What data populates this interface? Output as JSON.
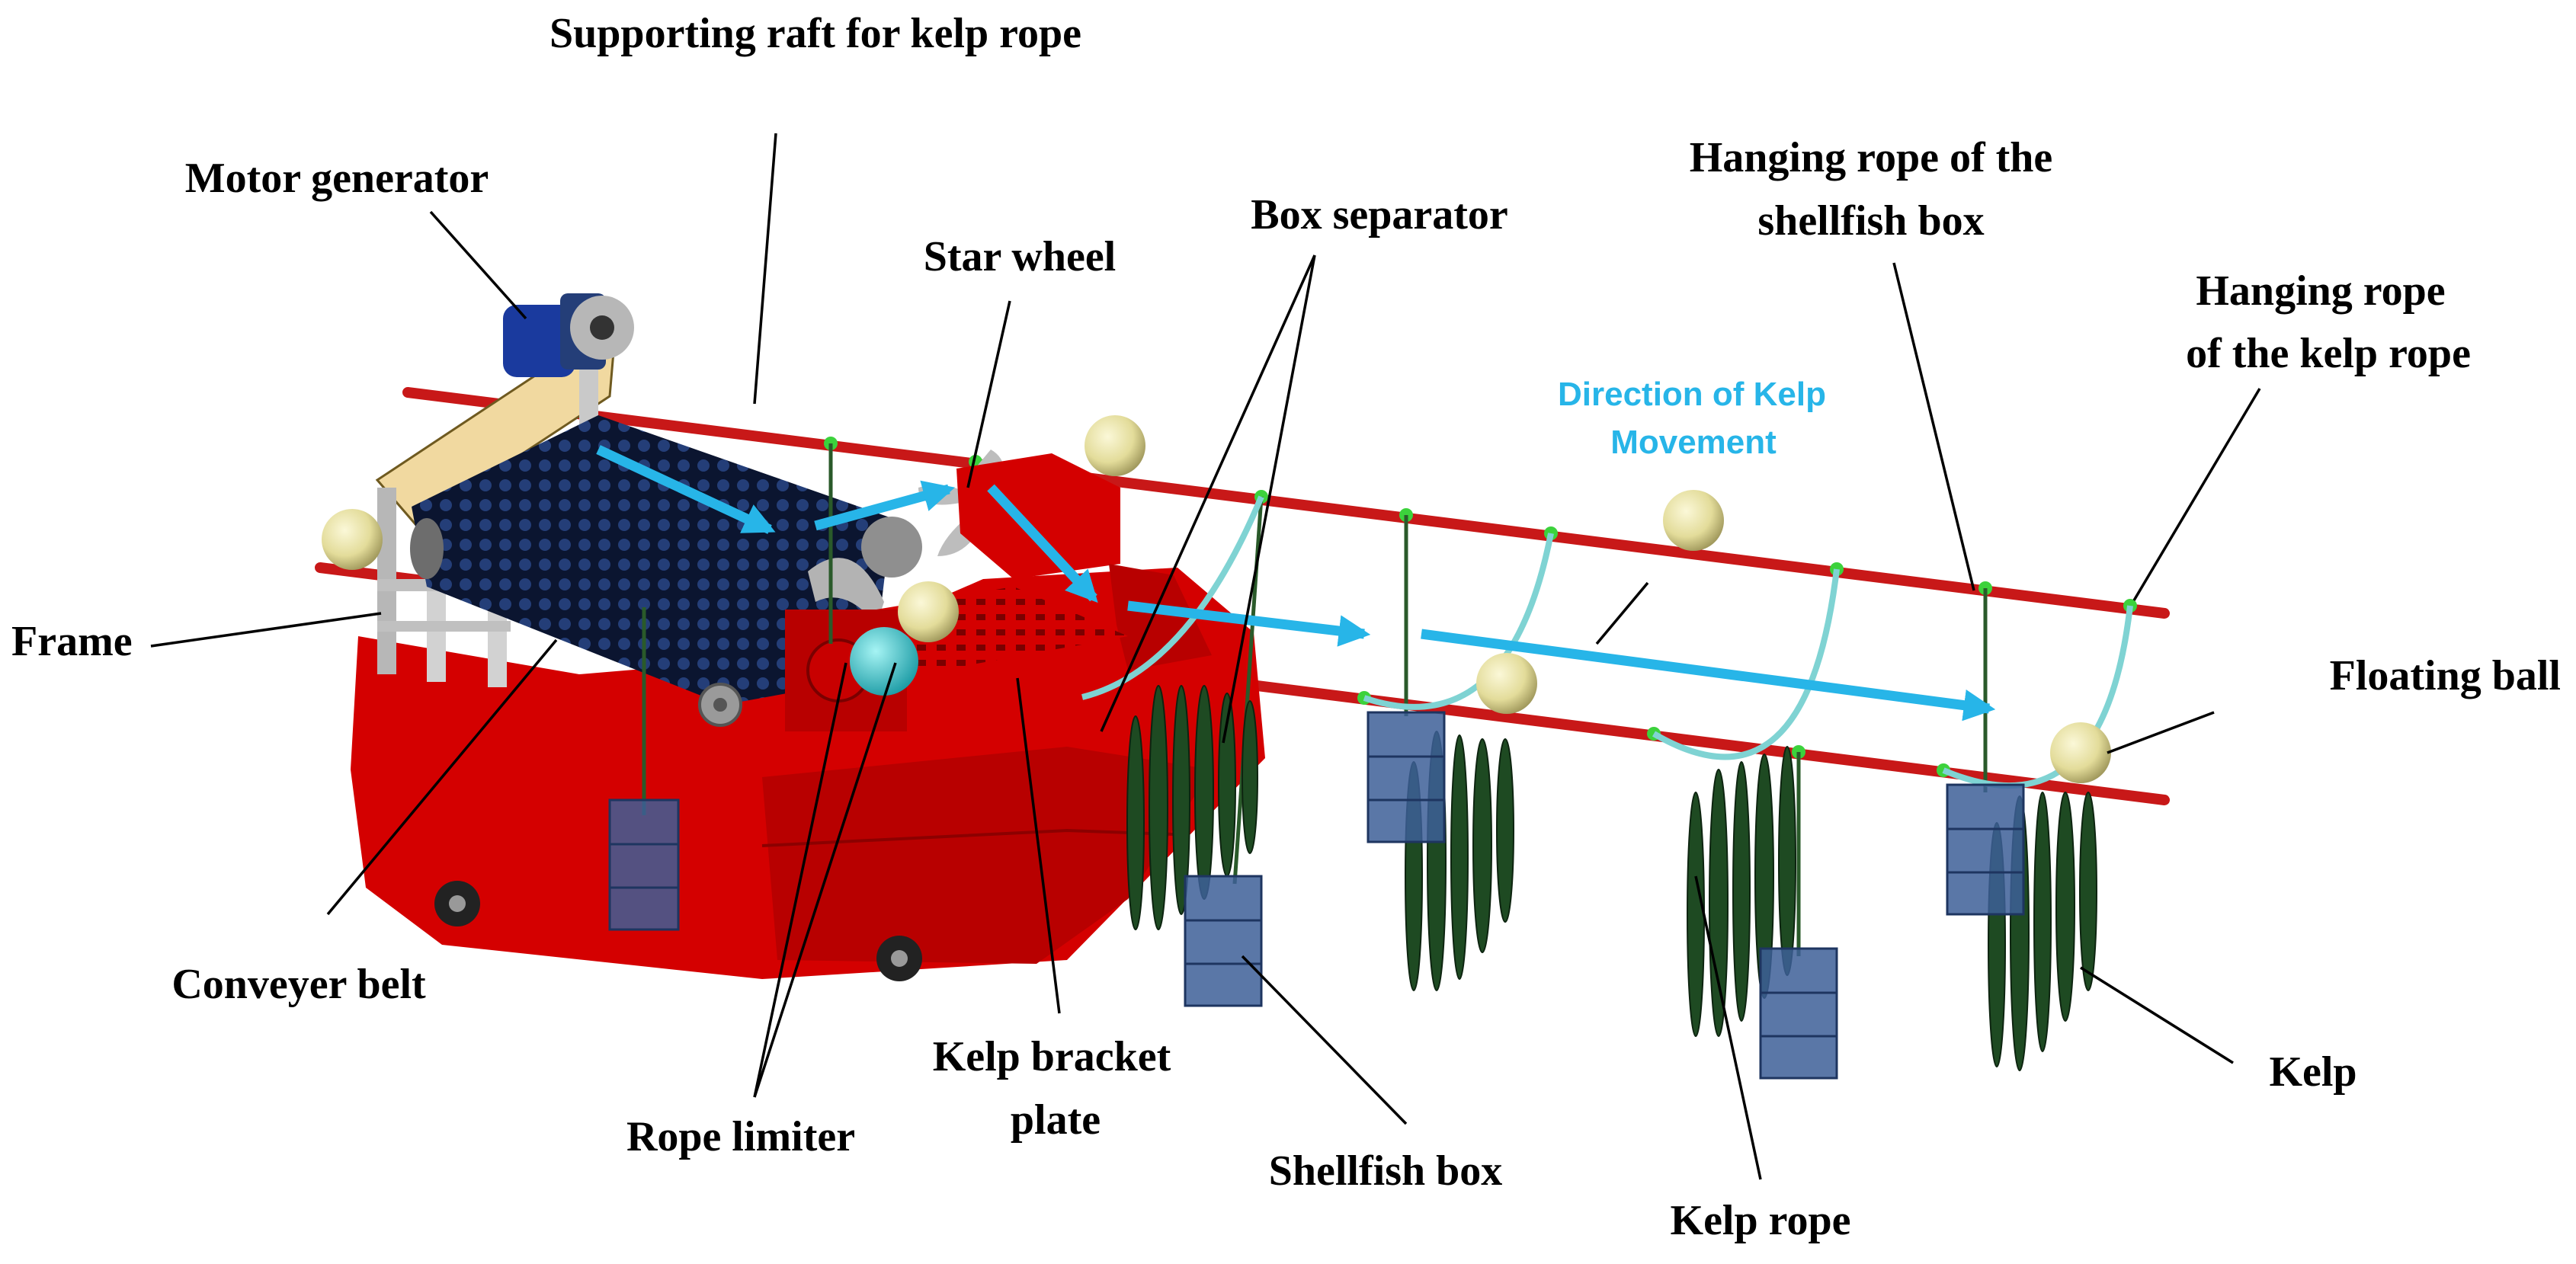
{
  "labels": {
    "supporting_raft": "Supporting raft for kelp rope",
    "motor_generator": "Motor generator",
    "star_wheel": "Star wheel",
    "box_separator": "Box separator",
    "hanging_rope_shellfish_1": "Hanging rope of the",
    "hanging_rope_shellfish_2": "shellfish box",
    "hanging_rope_kelp_1": "Hanging rope",
    "hanging_rope_kelp_2": "of the kelp rope",
    "frame": "Frame",
    "floating_ball": "Floating ball",
    "conveyer_belt": "Conveyer belt",
    "kelp_bracket_1": "Kelp bracket",
    "kelp_bracket_2": "plate",
    "rope_limiter": "Rope limiter",
    "shellfish_box": "Shellfish box",
    "kelp_rope": "Kelp rope",
    "kelp": "Kelp",
    "direction_1": "Direction of Kelp",
    "direction_2": "Movement"
  },
  "colors": {
    "machine_red": "#d40000",
    "raft_red": "#c81818",
    "arrow_blue": "#27b5e8",
    "kelp_green": "#1e4a22",
    "box_blue": "#2d4f86",
    "ball_yellow": "#e3dc9a",
    "motor_blue": "#1a3a9e",
    "frame_top": "#f1d9a0"
  }
}
